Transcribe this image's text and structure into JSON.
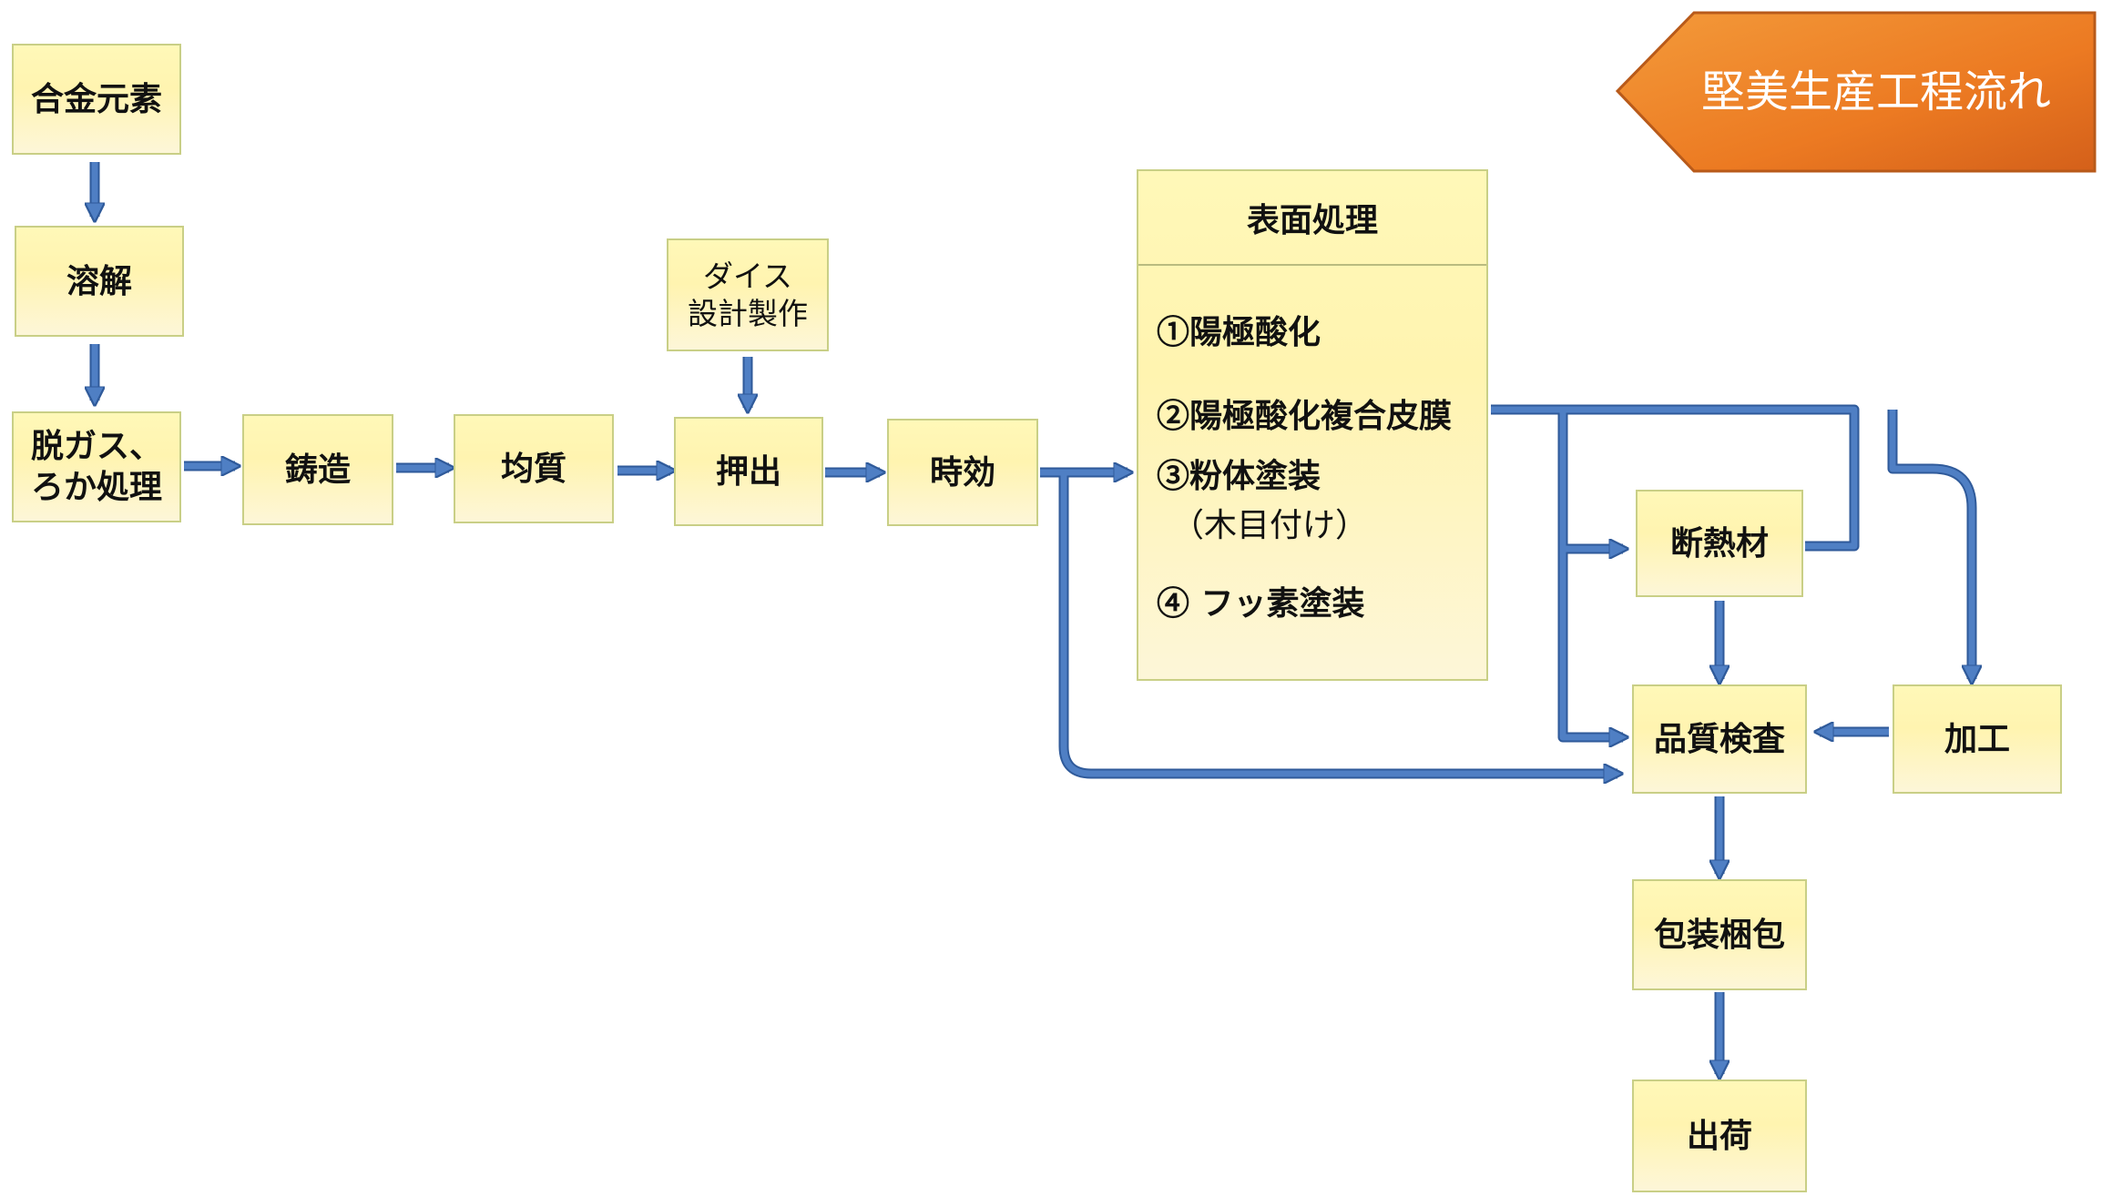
{
  "title": "堅美生産工程流れ",
  "colors": {
    "box_fill": "#fff4b0",
    "box_border": "#c9cf86",
    "arrow": "#4f7fc4",
    "arrow_stroke": "#2f5a9a",
    "banner_start": "#f08a2c",
    "banner_end": "#d8621a"
  },
  "steps": {
    "alloy": "合金元素",
    "melt": "溶解",
    "degas": "脱ガス、\nろか処理",
    "cast": "鋳造",
    "homogenize": "均質",
    "die": "ダイス\n設計製作",
    "extrude": "押出",
    "aging": "時効",
    "insulation": "断熱材",
    "processing": "加工",
    "inspection": "品質検査",
    "packing": "包装梱包",
    "shipping": "出荷"
  },
  "surface_treatment": {
    "heading": "表面処理",
    "items": [
      "①陽極酸化",
      "②陽極酸化複合皮膜",
      "③粉体塗装",
      "（木目付け）",
      "④ フッ素塗装"
    ]
  }
}
